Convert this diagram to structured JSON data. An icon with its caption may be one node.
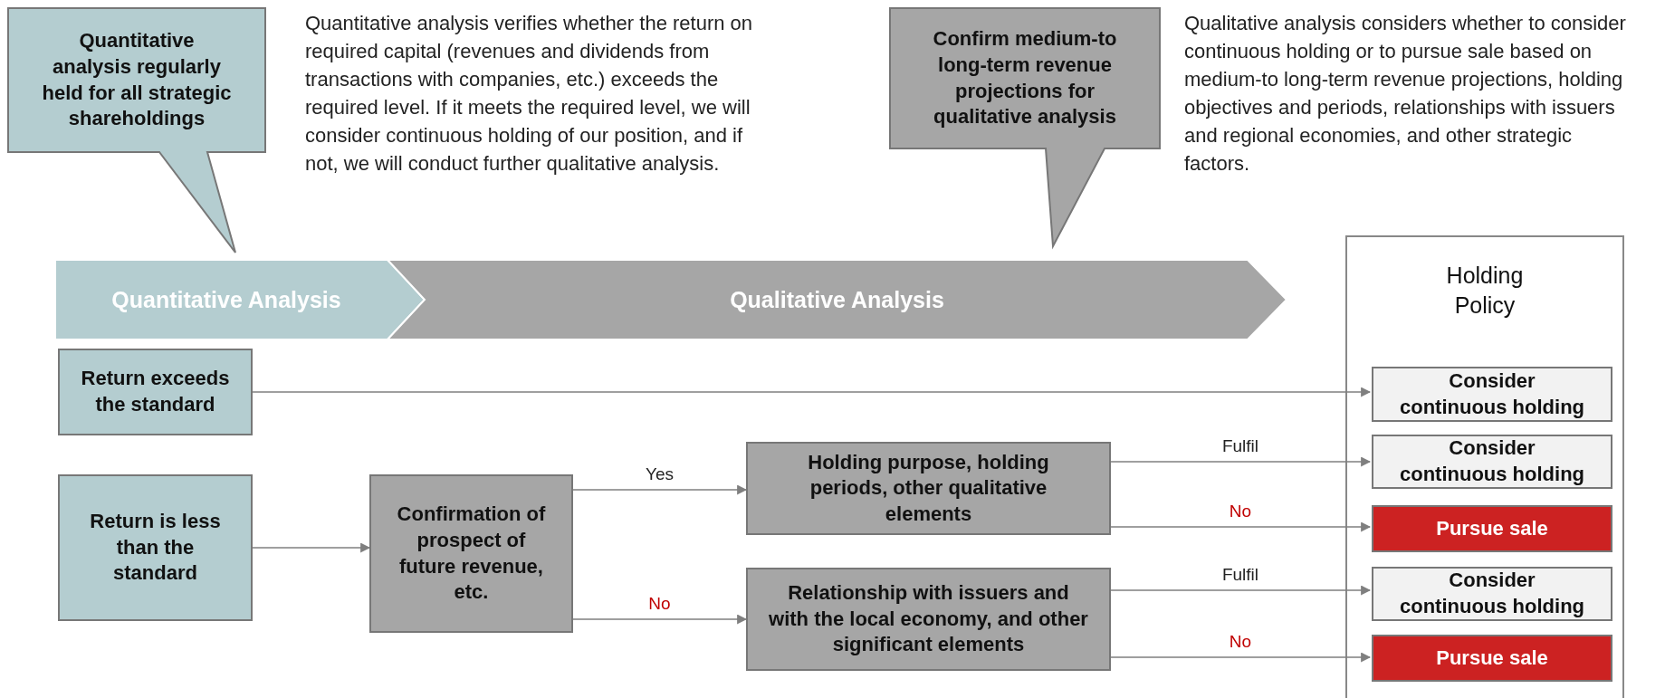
{
  "diagram": {
    "nodes": [
      {
        "text": [
          "Quantitative analysis regularly held for all strategic shareholdings"
        ]
      },
      {
        "text": [
          "Confirm medium-to long-term revenue projections for qualitative analysis"
        ]
      },
      {
        "text": [
          "Quantitative Analysis"
        ]
      },
      {
        "text": [
          "Qualitative Analysis"
        ]
      },
      {
        "text": [
          "Holding Policy"
        ]
      },
      {
        "text": [
          "Return exceeds the standard"
        ]
      },
      {
        "text": [
          "Consider continuous holding"
        ],
        "in": 4
      },
      {
        "text": [
          "Return is less than the standard"
        ]
      },
      {
        "text": [
          "Confirmation of prospect of future revenue, etc."
        ]
      },
      {
        "text": [
          "Holding purpose, holding periods, other qualitative elements"
        ]
      },
      {
        "text": [
          "Consider continuous holding"
        ],
        "in": 4
      },
      {
        "text": [
          "Pursue sale"
        ],
        "in": 4
      },
      {
        "text": [
          "Relationship with issuers and with the local economy, and other significant elements"
        ]
      },
      {
        "text": [
          "Consider continuous holding"
        ],
        "in": 4
      },
      {
        "text": [
          "Pursue sale"
        ],
        "in": 4
      }
    ],
    "edges": [
      {
        "from": 5,
        "to": 6,
        "arrow": "to"
      },
      {
        "from": 7,
        "to": 8,
        "arrow": "to"
      },
      {
        "from": 8,
        "to": 9,
        "arrow": "to",
        "label": "Yes"
      },
      {
        "from": 8,
        "to": 12,
        "arrow": "to",
        "label": "No"
      },
      {
        "from": 9,
        "to": 10,
        "arrow": "to",
        "label": "Fulfil"
      },
      {
        "from": 9,
        "to": 11,
        "arrow": "to",
        "label": "No"
      },
      {
        "from": 12,
        "to": 13,
        "arrow": "to",
        "label": "Fulfil"
      },
      {
        "from": 12,
        "to": 14,
        "arrow": "to",
        "label": "No"
      }
    ],
    "labels": [
      "Quantitative analysis verifies whether the return on required capital (revenues and dividends from transactions with companies, etc.) exceeds the required level. If it meets the required level, we will consider continuous holding of our position, and if not, we will conduct further qualitative analysis.",
      "Qualitative analysis considers whether to consider continuous holding or to pursue sale based on medium-to long-term revenue projections, holding objectives and periods, relationships with issuers and regional economies, and other strategic factors."
    ]
  }
}
